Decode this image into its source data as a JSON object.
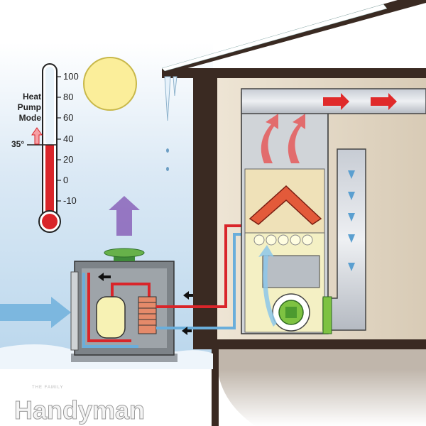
{
  "thermometer": {
    "mode_label_lines": [
      "Heat",
      "Pump",
      "Mode"
    ],
    "threshold_label": "35°",
    "scale_labels": [
      "100",
      "80",
      "60",
      "40",
      "20",
      "0",
      "-10"
    ],
    "current_value": 35
  },
  "logo": {
    "small_text": "THE FAMILY",
    "main_text": "Handyman"
  },
  "colors": {
    "hot": "#d9252a",
    "cold": "#5aa9d6",
    "wall": "#3a2a22",
    "sky": "#cfe3f2",
    "sun": "#fbee9a",
    "heat_arrow": "#8a63b8"
  }
}
